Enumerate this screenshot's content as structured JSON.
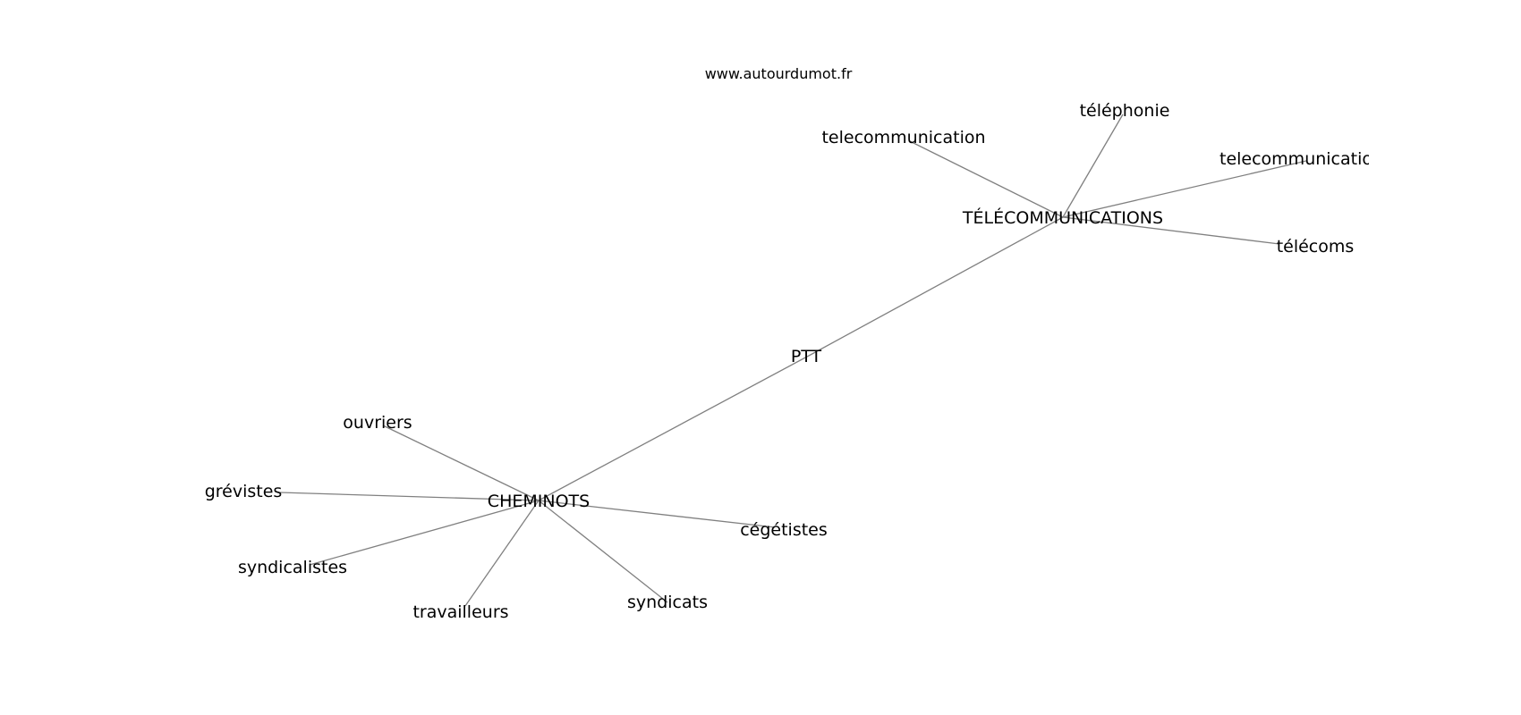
{
  "site": "www.autourdumot.fr",
  "graph": {
    "center": "PTT",
    "hubs": [
      {
        "label": "TÉLÉCOMMUNICATIONS",
        "neighbors": [
          "telecommunication",
          "téléphonie",
          "telecommunicatio",
          "télécoms"
        ]
      },
      {
        "label": "CHEMINOTS",
        "neighbors": [
          "ouvriers",
          "grévistes",
          "syndicalistes",
          "travailleurs",
          "syndicats",
          "cégétistes"
        ]
      }
    ]
  },
  "colors": {
    "edge": "#808080",
    "text": "#000000",
    "background": "#ffffff"
  }
}
